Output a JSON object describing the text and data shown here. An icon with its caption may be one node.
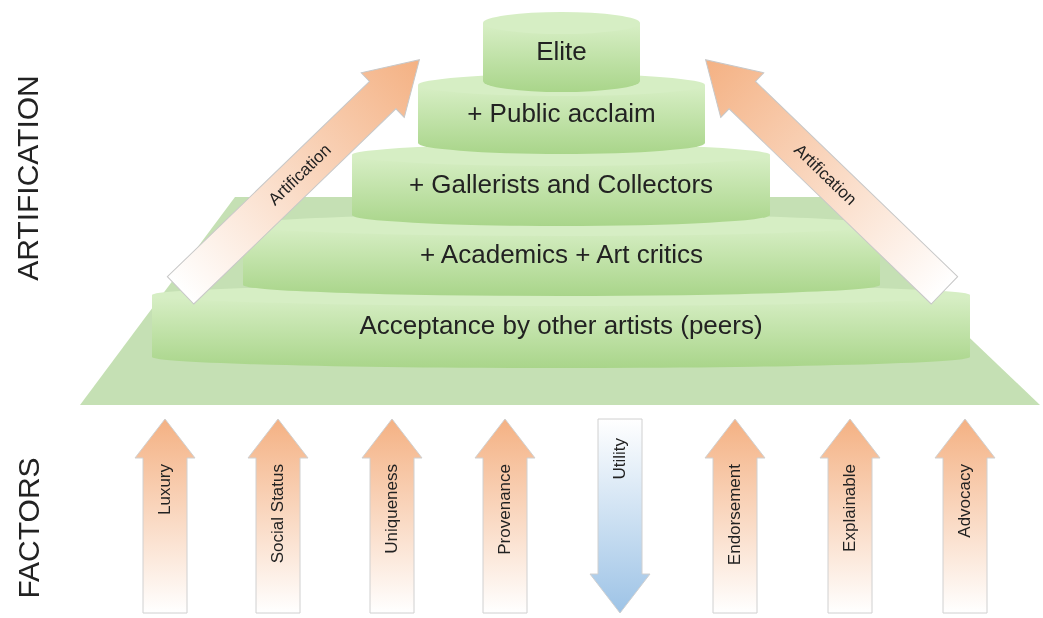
{
  "diagram": {
    "nodes": [
      {
        "text": [
          "Elite"
        ]
      },
      {
        "text": [
          "+ Public acclaim"
        ]
      },
      {
        "text": [
          "+ Gallerists and Collectors"
        ]
      },
      {
        "text": [
          "+ Academics + Art critics"
        ]
      },
      {
        "text": [
          "Acceptance by other artists (peers)"
        ]
      },
      {
        "text": [
          "Artification"
        ]
      },
      {
        "text": [
          "Artification"
        ]
      },
      {
        "text": [
          "Luxury"
        ]
      },
      {
        "text": [
          "Social Status"
        ]
      },
      {
        "text": [
          "Uniqueness"
        ]
      },
      {
        "text": [
          "Provenance"
        ]
      },
      {
        "text": [
          "Utility"
        ]
      },
      {
        "text": [
          "Endorsement"
        ]
      },
      {
        "text": [
          "Explainable"
        ]
      },
      {
        "text": [
          "Advocacy"
        ]
      }
    ],
    "labels": [
      "ARTIFICATION",
      "FACTORS"
    ]
  }
}
